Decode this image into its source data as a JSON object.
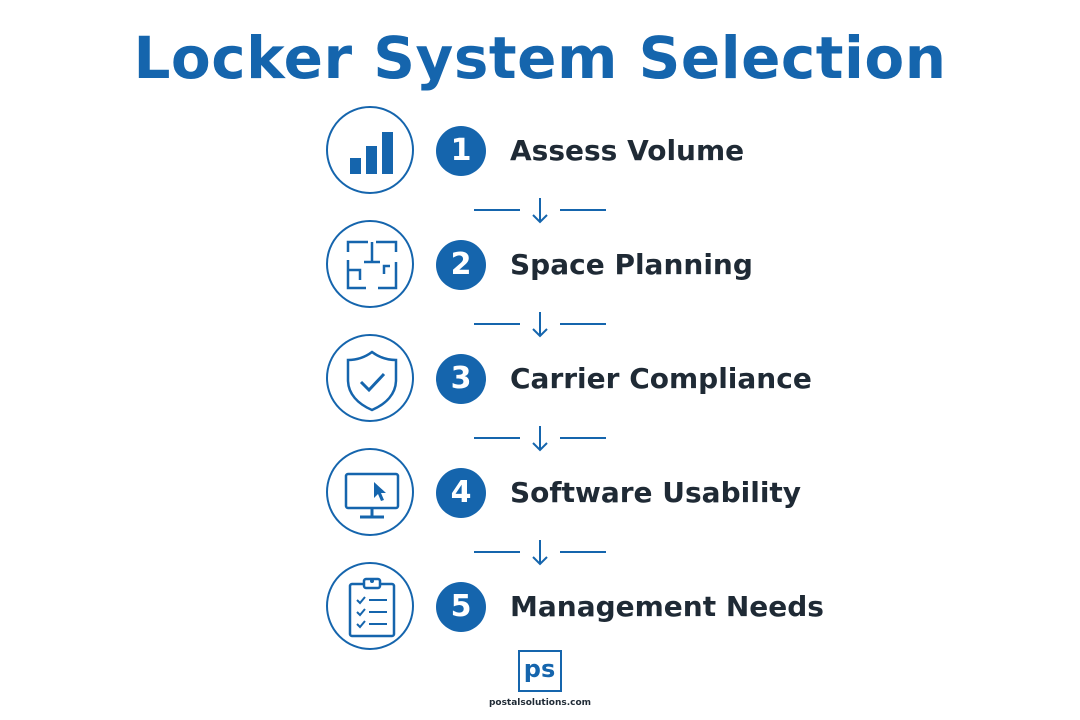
{
  "title": "Locker System Selection",
  "accent_color": "#1565ad",
  "steps": [
    {
      "number": "1",
      "label": "Assess Volume",
      "icon": "bar-chart-icon"
    },
    {
      "number": "2",
      "label": "Space Planning",
      "icon": "floor-plan-icon"
    },
    {
      "number": "3",
      "label": "Carrier Compliance",
      "icon": "shield-check-icon"
    },
    {
      "number": "4",
      "label": "Software Usability",
      "icon": "monitor-cursor-icon"
    },
    {
      "number": "5",
      "label": "Management Needs",
      "icon": "clipboard-checklist-icon"
    }
  ],
  "logo": {
    "mark": "ps",
    "caption": "postalsolutions.com"
  }
}
